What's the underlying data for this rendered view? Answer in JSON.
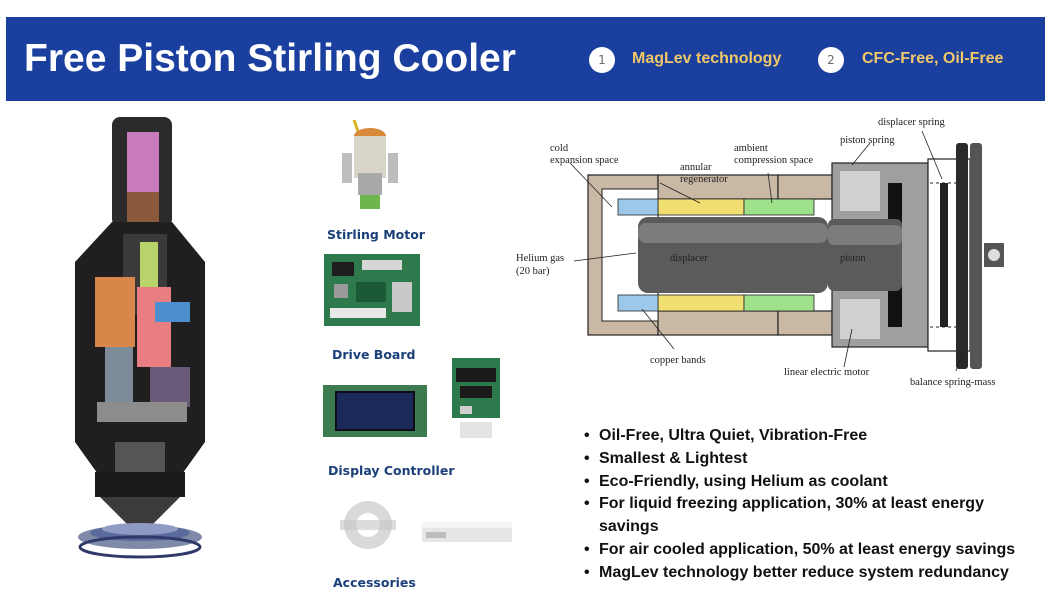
{
  "header": {
    "title": "Free Piston Stirling Cooler",
    "features": [
      {
        "number": "1",
        "label": "MagLev technology"
      },
      {
        "number": "2",
        "label": "CFC-Free,  Oil-Free"
      }
    ],
    "colors": {
      "band": "#1a3f9e",
      "accent": "#f0c868"
    }
  },
  "components": [
    {
      "label": "Stirling Motor",
      "icon": "stirling-motor-image"
    },
    {
      "label": "Drive Board",
      "icon": "circuit-board-image"
    },
    {
      "label": "Display Controller",
      "icon": "display-controller-image"
    },
    {
      "label": "Accessories",
      "icon": "accessories-image"
    }
  ],
  "diagram": {
    "labels": {
      "cold": "cold",
      "expansion": "expansion space",
      "annular": "annular",
      "regenerator": "regenerator",
      "ambient": "ambient",
      "compression": "compression space",
      "displacer_spring": "displacer spring",
      "piston_spring": "piston spring",
      "helium": "Helium gas",
      "helium_bar": "(20 bar)",
      "displacer": "displacer",
      "piston": "piston",
      "copper": "copper bands",
      "motor": "linear electric motor",
      "balance": "balance spring-mass"
    }
  },
  "benefits": [
    "Oil-Free, Ultra Quiet, Vibration-Free",
    "Smallest & Lightest",
    "Eco-Friendly, using Helium as coolant",
    "For liquid freezing application, 30% at least energy savings",
    "For air cooled application, 50% at least energy savings",
    "MagLev technology better reduce system redundancy"
  ]
}
